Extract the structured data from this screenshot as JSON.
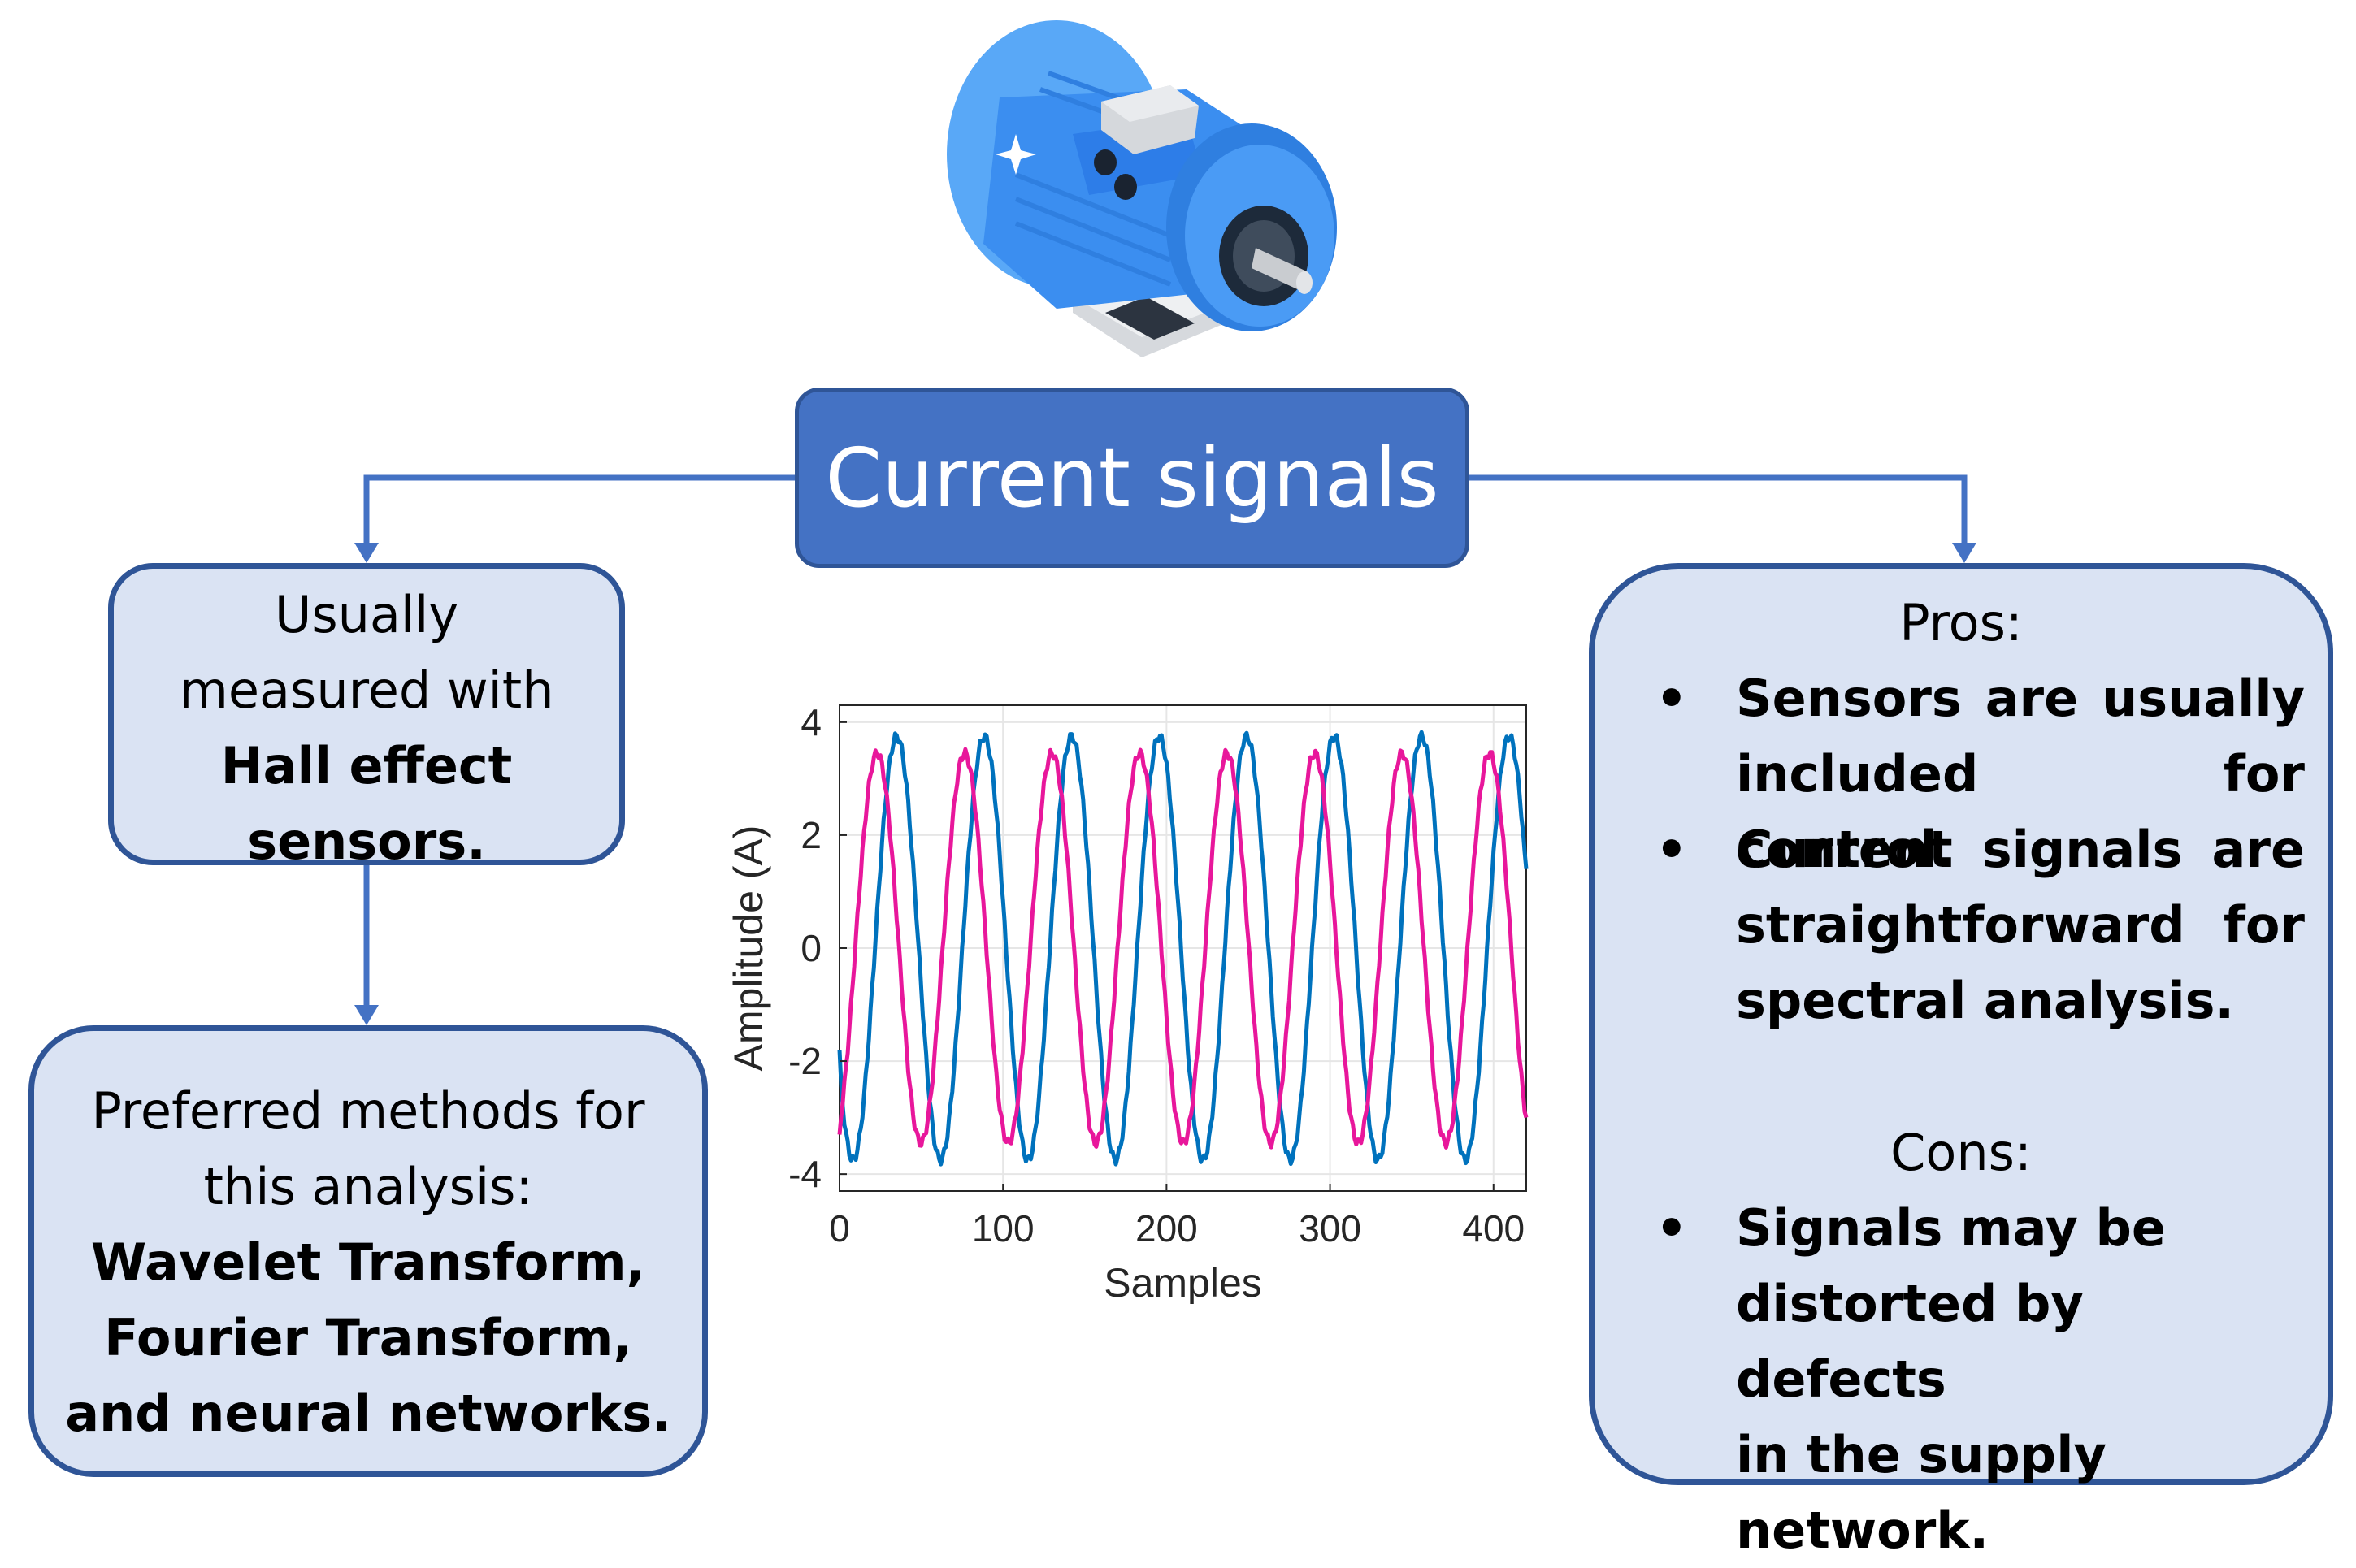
{
  "title": "Current signals",
  "measured_box": {
    "line1": "Usually",
    "line2": "measured with",
    "bold1": "Hall effect",
    "bold2": "sensors."
  },
  "methods_box": {
    "line1": "Preferred methods for",
    "line2": "this analysis:",
    "bold1": "Wavelet Transform,",
    "bold2": "Fourier Transform,",
    "bold3": "and neural networks."
  },
  "pros_cons_box": {
    "pros_heading": "Pros:",
    "pros": [
      [
        "Sensors are usually",
        "included for control."
      ],
      [
        "Current signals are",
        "straightforward for",
        "spectral analysis."
      ]
    ],
    "cons_heading": "Cons:",
    "cons": [
      [
        "Signals may be",
        "distorted by defects",
        "in the supply",
        "network."
      ]
    ]
  },
  "chart_data": {
    "type": "line",
    "xlabel": "Samples",
    "ylabel": "Amplitude (A)",
    "xlim": [
      0,
      420
    ],
    "ylim": [
      -4.3,
      4.3
    ],
    "xticks": [
      0,
      100,
      200,
      300,
      400
    ],
    "yticks": [
      -4,
      -2,
      0,
      2,
      4
    ],
    "grid": true,
    "series": [
      {
        "color": "#0072bd",
        "amplitude": 3.75,
        "period_samples": 53.5,
        "first_peak_sample": 35,
        "start_value": -1.8,
        "end_value": 1.4
      },
      {
        "color": "#e8179b",
        "amplitude": 3.45,
        "period_samples": 53.5,
        "first_peak_sample": 23,
        "start_value": -3.3,
        "end_value": -3.0
      }
    ]
  },
  "colors": {
    "title_fill": "#4472c4",
    "box_fill": "#dae3f3",
    "box_border": "#2f5597",
    "connector": "#4472c4",
    "series_blue": "#0072bd",
    "series_magenta": "#e8179b"
  }
}
